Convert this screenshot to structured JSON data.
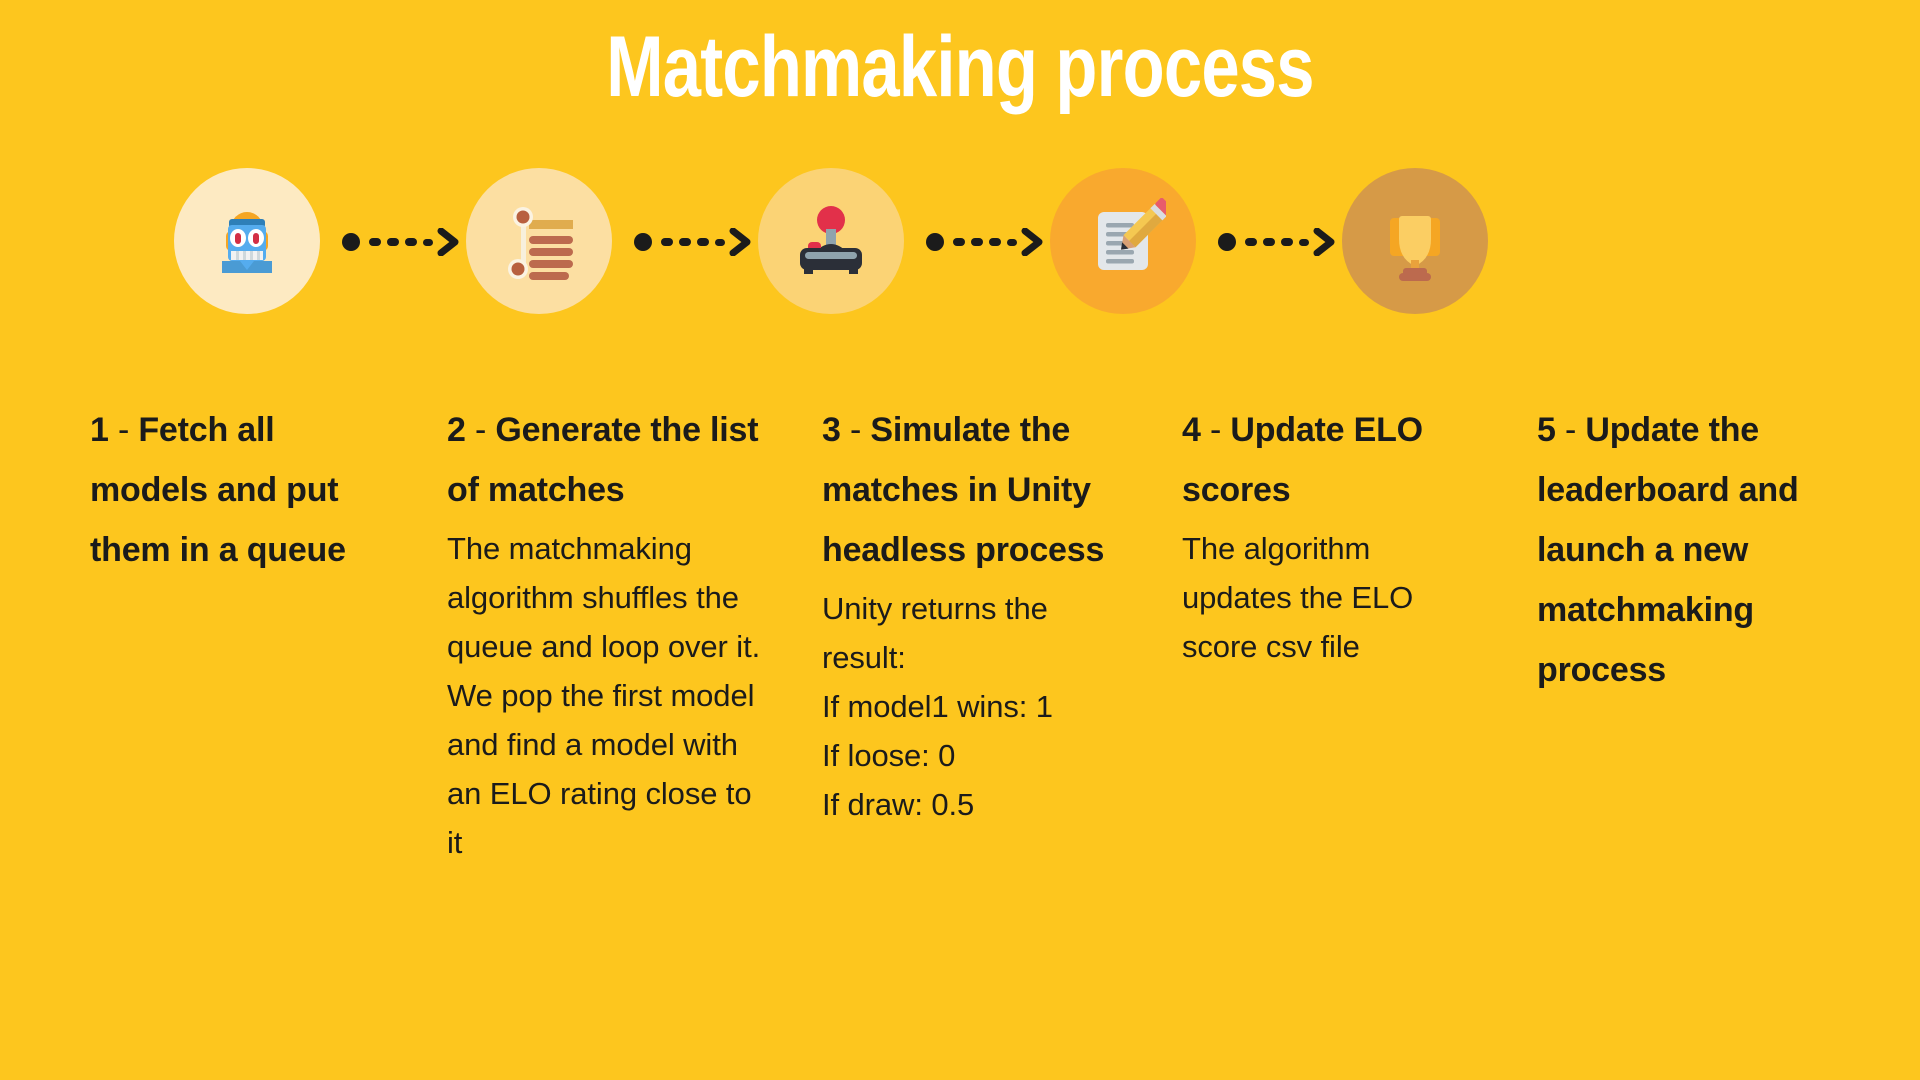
{
  "title": "Matchmaking process",
  "theme": {
    "background": "#FDC61E",
    "title_color": "#FFFFFF",
    "text_color": "#1B1B1B",
    "arrow_color": "#1B1B1B"
  },
  "flow": {
    "nodes": [
      {
        "icon": "robot-icon",
        "circle_color": "#FDEAC2"
      },
      {
        "icon": "match-list-icon",
        "circle_color": "#FCDFA2"
      },
      {
        "icon": "joystick-icon",
        "circle_color": "#FBD375"
      },
      {
        "icon": "edit-document-icon",
        "circle_color": "#F9A92E"
      },
      {
        "icon": "trophy-icon",
        "circle_color": "#D69A47"
      }
    ],
    "connector": "dotted-arrow-right",
    "connector_count": 4
  },
  "steps": [
    {
      "number": "1",
      "separator": "-",
      "heading": "Fetch all models and put them in a queue",
      "body": []
    },
    {
      "number": "2",
      "separator": "-",
      "heading": "Generate the list of matches",
      "body": [
        "The matchmaking algorithm shuffles the queue and loop over it.",
        "We pop the first model and find a model with an ELO rating close to it"
      ]
    },
    {
      "number": "3",
      "separator": "-",
      "heading": "Simulate the matches in Unity headless process",
      "body": [
        "Unity returns the result:",
        "If model1 wins: 1",
        "If loose: 0",
        "If draw: 0.5"
      ]
    },
    {
      "number": "4",
      "separator": "-",
      "heading": "Update ELO scores",
      "body": [
        "The algorithm updates the ELO score csv file"
      ]
    },
    {
      "number": "5",
      "separator": "-",
      "heading": "Update the leaderboard and launch a new matchmaking process",
      "body": []
    }
  ]
}
